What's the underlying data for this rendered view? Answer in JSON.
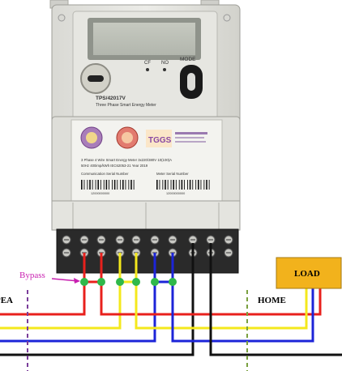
{
  "meter": {
    "model": "TPS/42017V",
    "subtitle": "Three Phase Smart Energy Meter",
    "cf_label": "CF",
    "no_label": "NO",
    "mode_label": "MODE",
    "spec_line1": "3 Phase 4 Wire Smart Energy Meter 3x220/380V 10(100)A",
    "spec_line2": "50Hz 400imp/kWh  IEC62053-21  Year 2019",
    "comm_serial_label": "Communication Serial Number",
    "meter_serial_label": "Meter Serial Number",
    "barcode_left": "12000000000",
    "barcode_right": "12000000000",
    "tggs_logo": "TGGS"
  },
  "labels": {
    "bypass": "Bypass",
    "pea": "PEA",
    "load": "LOAD",
    "home": "HOME"
  },
  "colors": {
    "red": "#e8201c",
    "yellow": "#f4e81c",
    "blue": "#1c24d8",
    "black": "#111111",
    "bypass_node": "#2fb84a",
    "bypass_text": "#c81fb0",
    "divider": "#7a3d9a",
    "load_box": "#f2b21c"
  }
}
